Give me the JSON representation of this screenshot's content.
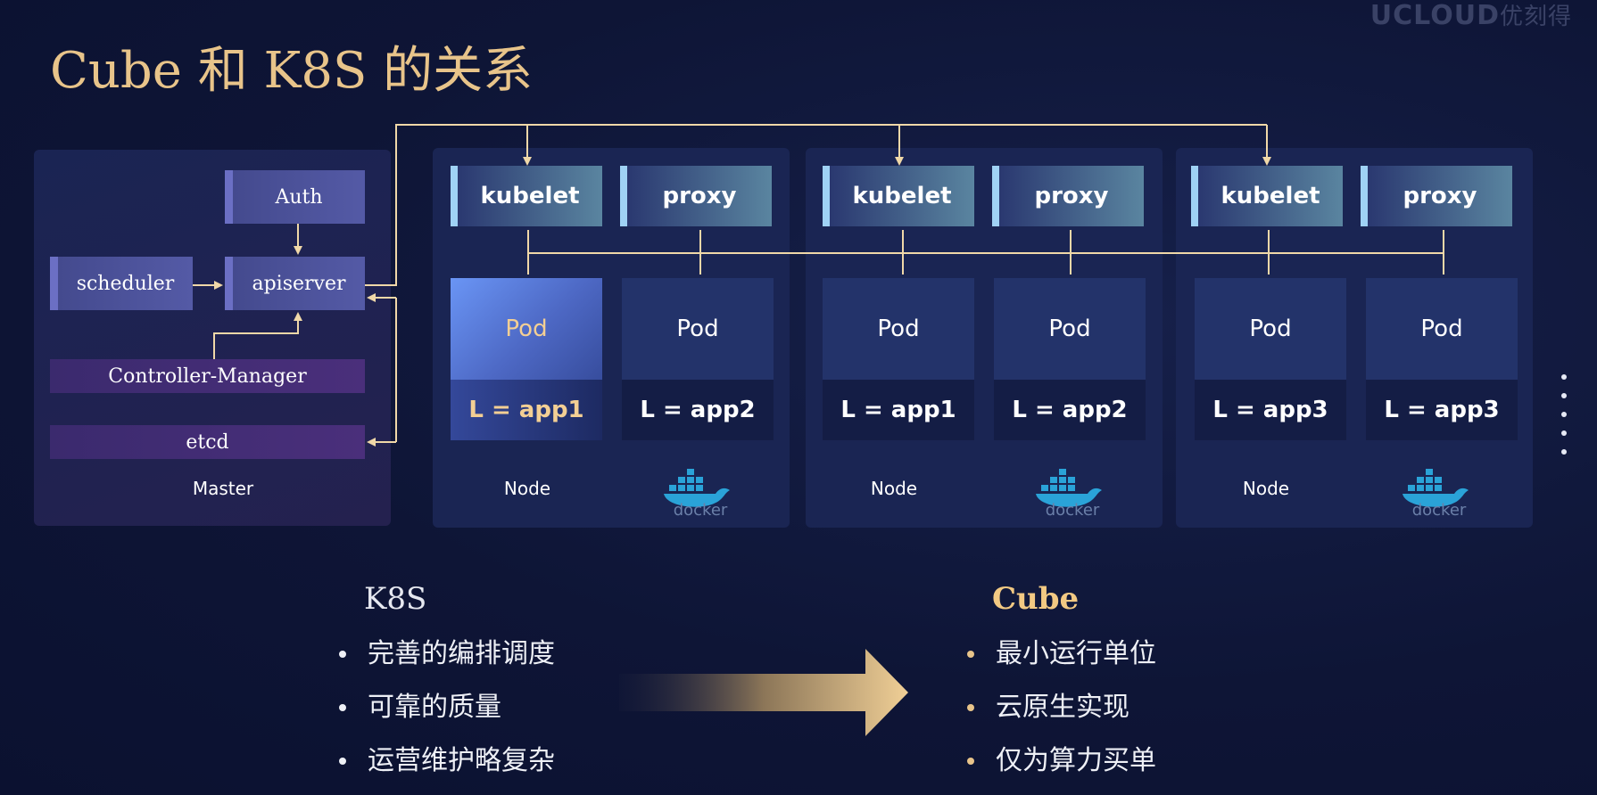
{
  "logo": {
    "brand": "UCLOUD",
    "cn": "优刻得"
  },
  "title": "Cube 和 K8S 的关系",
  "master": {
    "auth": "Auth",
    "scheduler": "scheduler",
    "apiserver": "apiserver",
    "controller": "Controller-Manager",
    "etcd": "etcd",
    "label": "Master"
  },
  "nodes": [
    {
      "kubelet": "kubelet",
      "proxy": "proxy",
      "label": "Node",
      "pods": [
        {
          "name": "Pod",
          "label": "L = app1",
          "highlight": true
        },
        {
          "name": "Pod",
          "label": "L = app2",
          "highlight": false
        }
      ]
    },
    {
      "kubelet": "kubelet",
      "proxy": "proxy",
      "label": "Node",
      "pods": [
        {
          "name": "Pod",
          "label": "L = app1",
          "highlight": false
        },
        {
          "name": "Pod",
          "label": "L = app2",
          "highlight": false
        }
      ]
    },
    {
      "kubelet": "kubelet",
      "proxy": "proxy",
      "label": "Node",
      "pods": [
        {
          "name": "Pod",
          "label": "L = app3",
          "highlight": false
        },
        {
          "name": "Pod",
          "label": "L = app3",
          "highlight": false
        }
      ]
    }
  ],
  "docker_text": "docker",
  "k8s": {
    "title": "K8S",
    "items": [
      "完善的编排调度",
      "可靠的质量",
      "运营维护略复杂"
    ]
  },
  "cube": {
    "title": "Cube",
    "items": [
      "最小运行单位",
      "云原生实现",
      "仅为算力买单"
    ]
  },
  "colors": {
    "accent_gold": "#e8c48a",
    "connector": "#f0d8a8",
    "kubelet_border": "#9fd2f5",
    "background": "#0e1536"
  }
}
